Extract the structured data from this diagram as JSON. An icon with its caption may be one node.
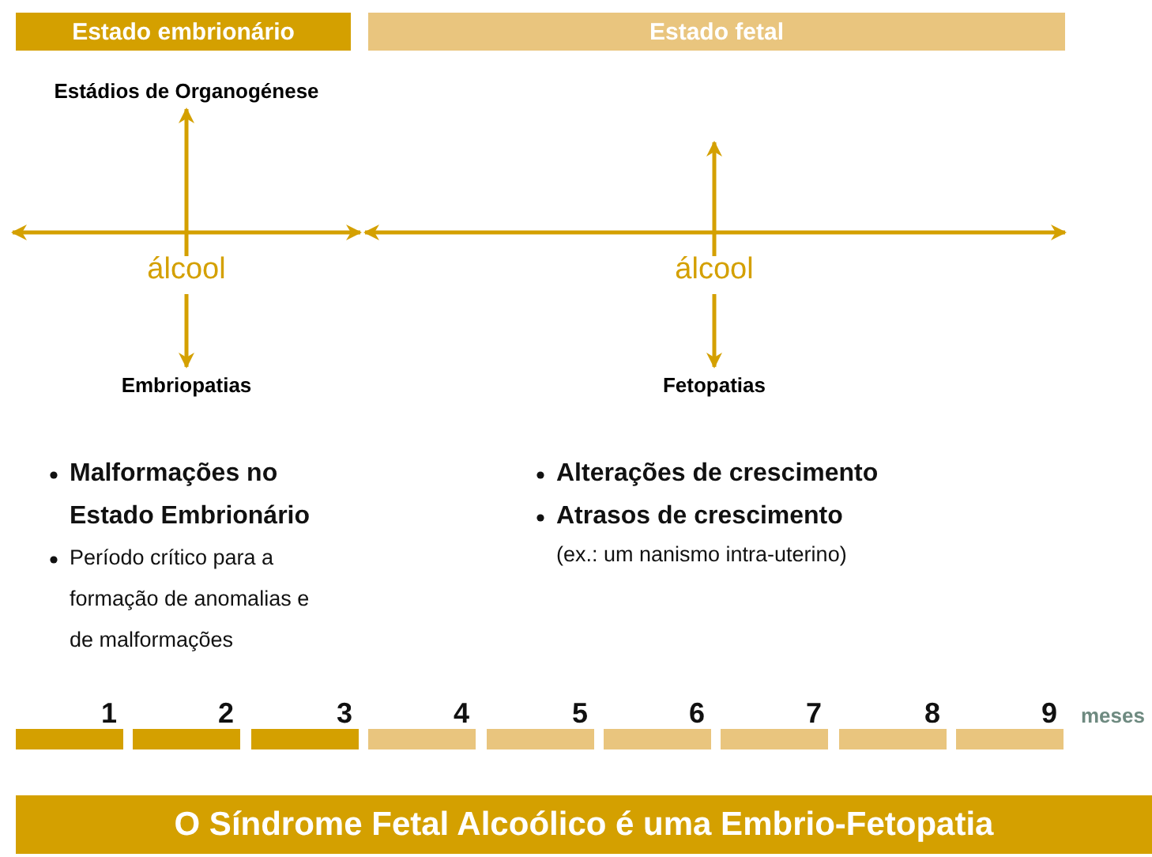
{
  "diagram": {
    "nodes": [
      {
        "text": [
          "Estado embrionário"
        ]
      },
      {
        "text": [
          "Estado fetal"
        ]
      },
      {
        "text": [
          "Estádios de Organogénese"
        ]
      },
      {
        "text": [
          "álcool"
        ]
      },
      {
        "text": [
          "Embriopatias"
        ]
      },
      {
        "text": [
          "álcool"
        ]
      },
      {
        "text": [
          "Fetopatias"
        ]
      },
      {
        "text": [
          "O Síndrome Fetal Alcoólico é uma Embrio-Fetopatia"
        ]
      }
    ],
    "edges": [
      {
        "from": 3,
        "to": 2,
        "arrow": "to"
      },
      {
        "from": 3,
        "to": 4,
        "arrow": "to"
      },
      {
        "from": 5,
        "to": null,
        "arrow": "to"
      },
      {
        "from": 5,
        "to": 6,
        "arrow": "to"
      }
    ],
    "labels": [
      "Malformações no Estado Embrionário",
      "Período crítico para a formação de anomalias e de malformações",
      "Alterações de crescimento",
      "Atrasos de crescimento",
      "(ex.: um nanismo intra-uterino)",
      "1",
      "2",
      "3",
      "4",
      "5",
      "6",
      "7",
      "8",
      "9",
      "meses"
    ]
  }
}
